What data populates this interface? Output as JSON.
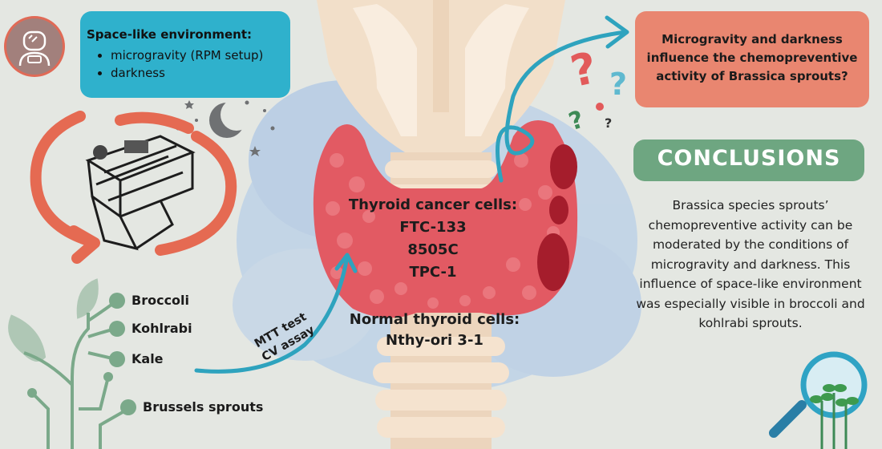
{
  "environment": {
    "title": "Space-like environment:",
    "items": [
      "microgravity (RPM setup)",
      "darkness"
    ]
  },
  "question": "Microgravity and darkness influence the chemopreventive activity of Brassica sprouts?",
  "conclusions": {
    "title": "CONCLUSIONS",
    "text": "Brassica species sprouts’ chemopreventive activity can be moderated by the conditions of microgravity and darkness. This influence of space-like environment was especially visible in broccoli and kohlrabi sprouts."
  },
  "cells": {
    "cancer_title": "Thyroid cancer cells:",
    "cancer_lines": [
      "FTC-133",
      "8505C",
      "TPC-1"
    ],
    "normal_title": "Normal thyroid cells:",
    "normal_line": "Nthy-ori 3-1"
  },
  "assay": [
    "MTT test",
    "CV assay"
  ],
  "vegetables": [
    "Broccoli",
    "Kohlrabi",
    "Kale",
    "Brussels sprouts"
  ],
  "colors": {
    "background": "#e4e7e2",
    "environment_box": "#2fb1cc",
    "question_box": "#e98670",
    "conclusions_box": "#6ea681",
    "thyroid": "#e25a63",
    "rpm_arrows": "#e56a52",
    "plant": "#7ba98a"
  },
  "icons": [
    "astronaut-icon",
    "moon-icon",
    "star-icon",
    "question-mark-icon",
    "magnifier-sprouts-icon",
    "rpm-device-icon",
    "plant-circuit-icon"
  ]
}
